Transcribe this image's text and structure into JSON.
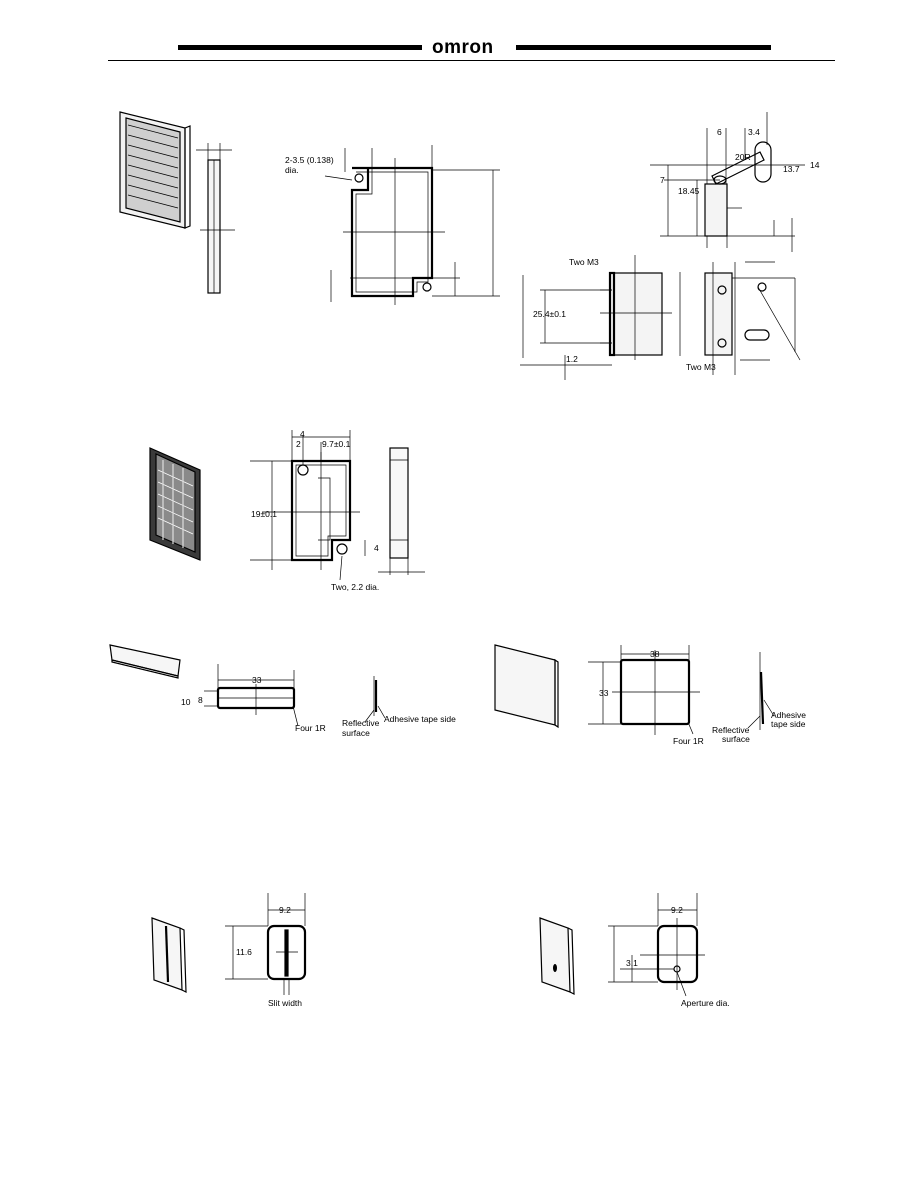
{
  "header": {
    "logo": "omron"
  },
  "fig1": {
    "hole_note_1": "2-3.5 (0.138)",
    "hole_note_2": "dia."
  },
  "fig2": {
    "dim_6": "6",
    "dim_3_4": "3.4",
    "dim_7": "7",
    "dim_13_7": "13.7",
    "dim_14": "14",
    "dim_18_45": "18.45",
    "dim_r": "20R"
  },
  "fig3": {
    "two_m3_top": "Two M3",
    "dim_25_4": "25.4±0.1",
    "dim_1_2": "1.2",
    "two_m3_bottom": "Two M3"
  },
  "fig4": {
    "dim_4_top": "4",
    "dim_2": "2",
    "dim_9_7": "9.7±0.1",
    "dim_19": "19±0.1",
    "dim_4_side": "4",
    "holes": "Two, 2.2 dia."
  },
  "fig5": {
    "dim_33": "33",
    "dim_10": "10",
    "dim_8": "8",
    "corner": "Four 1R",
    "reflective": "Reflective",
    "surface": "surface",
    "adhesive": "Adhesive tape side"
  },
  "fig6": {
    "dim_38": "38",
    "dim_33": "33",
    "corner": "Four 1R",
    "reflective": "Reflective",
    "surface": "surface",
    "adhesive_1": "Adhesive",
    "adhesive_2": "tape side"
  },
  "fig7": {
    "dim_9_2": "9.2",
    "dim_11_6": "11.6",
    "slit": "Slit width"
  },
  "fig8": {
    "dim_9_2": "9.2",
    "dim_3_1": "3.1",
    "aperture": "Aperture dia."
  }
}
